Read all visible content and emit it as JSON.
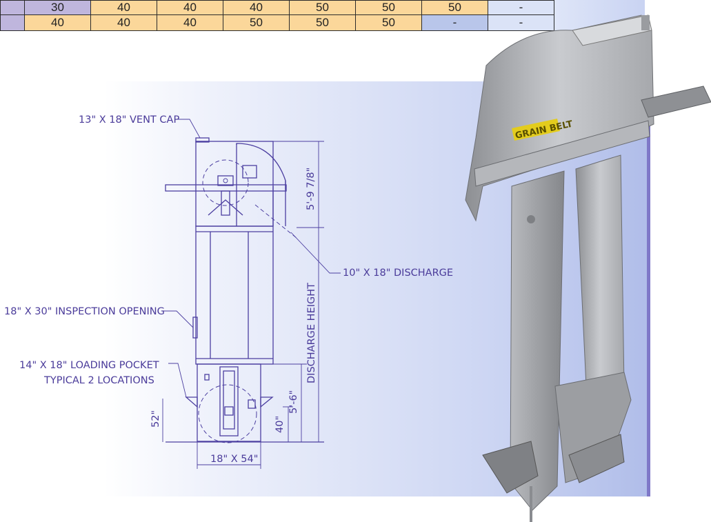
{
  "table": {
    "rows": [
      [
        "30",
        "40",
        "40",
        "40",
        "50",
        "50",
        "50",
        "-"
      ],
      [
        "40",
        "40",
        "40",
        "50",
        "50",
        "50",
        "-",
        "-"
      ]
    ]
  },
  "drawing": {
    "vent_cap": "13\" X 18\" VENT CAP",
    "discharge": "10\" X 18\" DISCHARGE",
    "inspection": "18\" X 30\" INSPECTION OPENING",
    "loading_pocket_1": "14\" X 18\" LOADING POCKET",
    "loading_pocket_2": "TYPICAL 2 LOCATIONS",
    "discharge_height": "DISCHARGE HEIGHT",
    "dim_top": "5'-9 7/8\"",
    "dim_bottom": "5'-6\"",
    "dim_52": "52\"",
    "dim_40": "40\"",
    "dim_base": "18\" X 54\"",
    "brand_logo": "GRAIN BELT"
  }
}
